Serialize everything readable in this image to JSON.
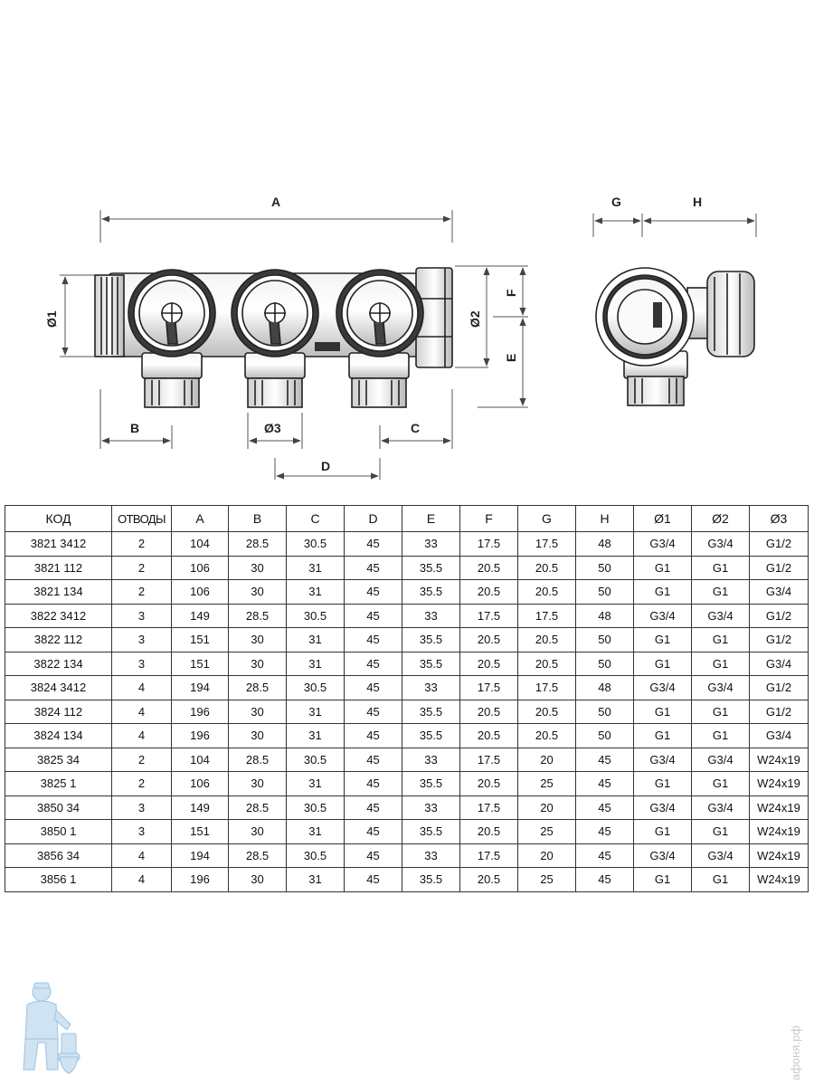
{
  "drawing": {
    "dimension_labels": {
      "A": "A",
      "B": "B",
      "C": "C",
      "D": "D",
      "E": "E",
      "F": "F",
      "G": "G",
      "H": "H",
      "d1": "Ø1",
      "d2": "Ø2",
      "d3": "Ø3"
    }
  },
  "table": {
    "headers": [
      "КОД",
      "ОТВОДЫ",
      "A",
      "B",
      "C",
      "D",
      "E",
      "F",
      "G",
      "H",
      "Ø1",
      "Ø2",
      "Ø3"
    ],
    "rows": [
      [
        "3821 3412",
        "2",
        "104",
        "28.5",
        "30.5",
        "45",
        "33",
        "17.5",
        "17.5",
        "48",
        "G3/4",
        "G3/4",
        "G1/2"
      ],
      [
        "3821 112",
        "2",
        "106",
        "30",
        "31",
        "45",
        "35.5",
        "20.5",
        "20.5",
        "50",
        "G1",
        "G1",
        "G1/2"
      ],
      [
        "3821 134",
        "2",
        "106",
        "30",
        "31",
        "45",
        "35.5",
        "20.5",
        "20.5",
        "50",
        "G1",
        "G1",
        "G3/4"
      ],
      [
        "3822 3412",
        "3",
        "149",
        "28.5",
        "30.5",
        "45",
        "33",
        "17.5",
        "17.5",
        "48",
        "G3/4",
        "G3/4",
        "G1/2"
      ],
      [
        "3822 112",
        "3",
        "151",
        "30",
        "31",
        "45",
        "35.5",
        "20.5",
        "20.5",
        "50",
        "G1",
        "G1",
        "G1/2"
      ],
      [
        "3822 134",
        "3",
        "151",
        "30",
        "31",
        "45",
        "35.5",
        "20.5",
        "20.5",
        "50",
        "G1",
        "G1",
        "G3/4"
      ],
      [
        "3824 3412",
        "4",
        "194",
        "28.5",
        "30.5",
        "45",
        "33",
        "17.5",
        "17.5",
        "48",
        "G3/4",
        "G3/4",
        "G1/2"
      ],
      [
        "3824 112",
        "4",
        "196",
        "30",
        "31",
        "45",
        "35.5",
        "20.5",
        "20.5",
        "50",
        "G1",
        "G1",
        "G1/2"
      ],
      [
        "3824 134",
        "4",
        "196",
        "30",
        "31",
        "45",
        "35.5",
        "20.5",
        "20.5",
        "50",
        "G1",
        "G1",
        "G3/4"
      ],
      [
        "3825 34",
        "2",
        "104",
        "28.5",
        "30.5",
        "45",
        "33",
        "17.5",
        "20",
        "45",
        "G3/4",
        "G3/4",
        "W24x19"
      ],
      [
        "3825 1",
        "2",
        "106",
        "30",
        "31",
        "45",
        "35.5",
        "20.5",
        "25",
        "45",
        "G1",
        "G1",
        "W24x19"
      ],
      [
        "3850 34",
        "3",
        "149",
        "28.5",
        "30.5",
        "45",
        "33",
        "17.5",
        "20",
        "45",
        "G3/4",
        "G3/4",
        "W24x19"
      ],
      [
        "3850 1",
        "3",
        "151",
        "30",
        "31",
        "45",
        "35.5",
        "20.5",
        "25",
        "45",
        "G1",
        "G1",
        "W24x19"
      ],
      [
        "3856 34",
        "4",
        "194",
        "28.5",
        "30.5",
        "45",
        "33",
        "17.5",
        "20",
        "45",
        "G3/4",
        "G3/4",
        "W24x19"
      ],
      [
        "3856 1",
        "4",
        "196",
        "30",
        "31",
        "45",
        "35.5",
        "20.5",
        "25",
        "45",
        "G1",
        "G1",
        "W24x19"
      ]
    ]
  },
  "watermark": {
    "text": "афоня.рф"
  }
}
